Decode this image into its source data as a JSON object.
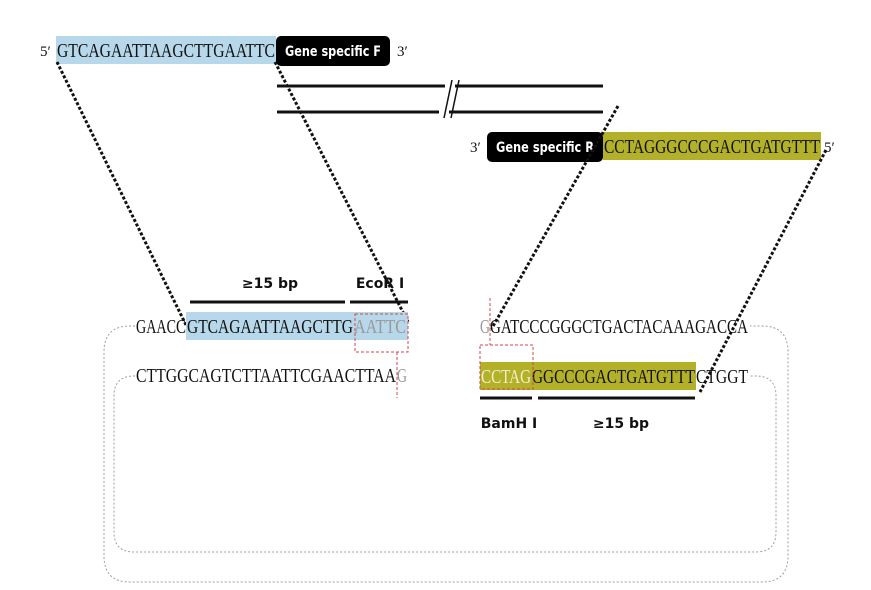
{
  "colors": {
    "blue_highlight": "#b7d7ea",
    "olive_highlight": "#b3b029",
    "pill": "#000000",
    "site_box": "#d04848"
  },
  "primer_f": {
    "five_prime": "5′",
    "overlap_seq": "GTCAGAATTAAGCTTGAATTC",
    "gene_label": "Gene specific F",
    "three_prime": "3′"
  },
  "primer_r": {
    "three_prime": "3′",
    "gene_label": "Gene specific R",
    "overlap_seq": "CCTAGGGCCCGACTGATGTTT",
    "five_prime": "5′"
  },
  "vector_left": {
    "top_prefix": "GAAC",
    "top_c": "C",
    "top_overlap": "GTCAGAATTAAGCTTG",
    "top_site": "AATTC",
    "bottom_seq": "CTTGGCAGTCTTAATTCGAACTTAA",
    "bottom_g": "G",
    "overlap_label": "≥15 bp",
    "site_label": "EcoR I"
  },
  "vector_right": {
    "top_g": "G",
    "top_seq": "GATCCCGGGCTGACTACAAAGACCA",
    "bottom_site": "CCTAG",
    "bottom_overlap": "GGCCCGACTGATGTTT",
    "bottom_tail": "CTGGT",
    "site_label": "BamH I",
    "overlap_label": "≥15 bp"
  }
}
